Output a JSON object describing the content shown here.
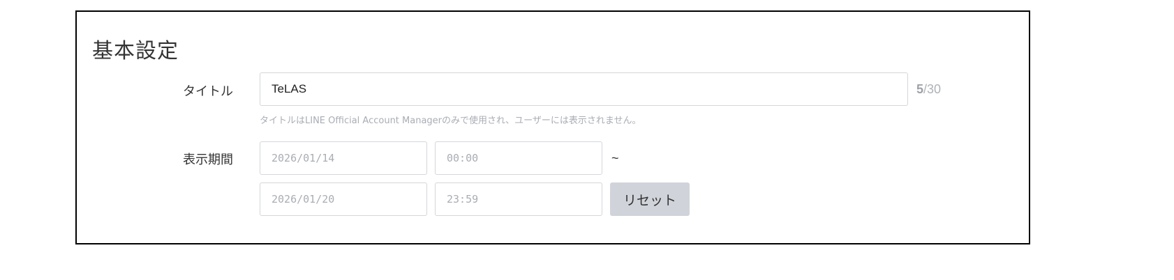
{
  "section": {
    "title": "基本設定"
  },
  "title_field": {
    "label": "タイトル",
    "value": "TeLAS",
    "counter_current": "5",
    "counter_max": "/30",
    "help": "タイトルはLINE Official Account Managerのみで使用され、ユーザーには表示されません。"
  },
  "period_field": {
    "label": "表示期間",
    "start_date": "2026/01/14",
    "start_time": "00:00",
    "separator": "~",
    "end_date": "2026/01/20",
    "end_time": "23:59",
    "reset_label": "リセット"
  }
}
